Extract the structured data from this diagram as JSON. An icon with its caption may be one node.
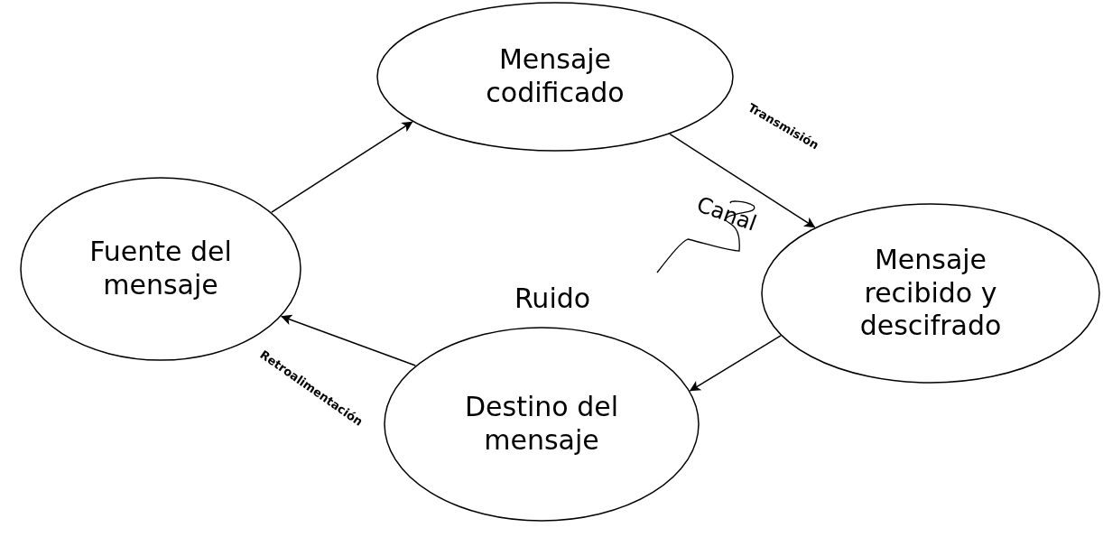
{
  "diagram": {
    "nodes": [
      {
        "text": [
          "Mensaje codificado"
        ]
      },
      {
        "text": [
          "Fuente del mensaje"
        ]
      },
      {
        "text": [
          "Mensaje recibido y descifrado"
        ]
      },
      {
        "text": [
          "Destino del mensaje"
        ]
      }
    ],
    "edges": [
      {
        "from": 1,
        "to": 0,
        "arrow": "to"
      },
      {
        "from": 0,
        "to": 2,
        "arrow": "to",
        "label": "Transmisión"
      },
      {
        "from": 2,
        "to": 3,
        "arrow": "to"
      },
      {
        "from": 3,
        "to": 1,
        "arrow": "to",
        "label": "Retroalimentación"
      }
    ],
    "labels": [
      "Ruido",
      "Canal"
    ]
  }
}
